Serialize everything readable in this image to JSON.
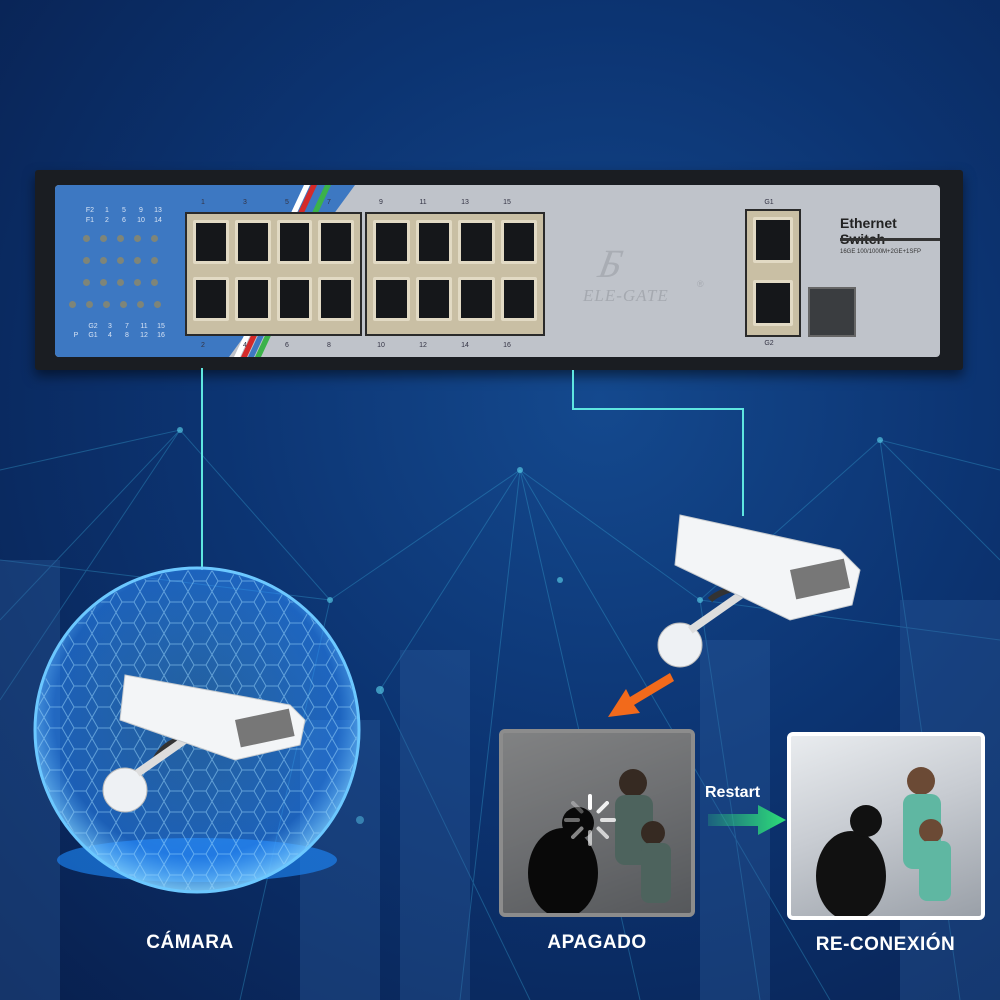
{
  "switch": {
    "title": "Ethernet Switch",
    "spec": "16GE 100/1000M+2GE+1SFP",
    "brand": "ELE-GATE",
    "brand_mark": "Б",
    "registered": "®",
    "top_port_numbers": [
      "1",
      "3",
      "5",
      "7",
      "9",
      "11",
      "13",
      "15"
    ],
    "bottom_port_numbers": [
      "2",
      "4",
      "6",
      "8",
      "10",
      "12",
      "14",
      "16"
    ],
    "uplink_top": "G1",
    "uplink_bottom": "G2",
    "led_top_labels": [
      [
        "F2",
        "1",
        "5",
        "9",
        "13"
      ],
      [
        "F1",
        "2",
        "6",
        "10",
        "14"
      ]
    ],
    "led_bottom_labels": [
      [
        "",
        "G2",
        "3",
        "7",
        "11",
        "15"
      ],
      [
        "P",
        "G1",
        "4",
        "8",
        "12",
        "16"
      ]
    ]
  },
  "labels": {
    "camera": "CÁMARA",
    "off": "APAGADO",
    "reconnect": "RE-CONEXIÓN",
    "restart": "Restart"
  },
  "colors": {
    "accent_line": "#5fe6e0",
    "arrow_orange": "#f26a1b",
    "arrow_green": "#2ee07a",
    "panel_blue": "#3d78c2"
  }
}
